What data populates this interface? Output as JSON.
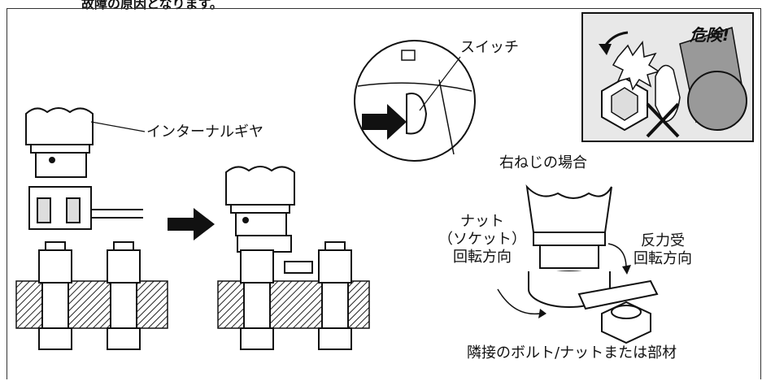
{
  "top_fragment": "故障の原因となります。",
  "labels": {
    "internal_gear": "インターナルギヤ",
    "switch": "スイッチ",
    "danger": "危険!",
    "right_thread_case": "右ねじの場合",
    "nut_socket_line1": "ナット",
    "nut_socket_line2": "（ソケット）",
    "nut_socket_line3": "回転方向",
    "reaction_line1": "反力受",
    "reaction_line2": "回転方向",
    "adjacent": "隣接のボルト/ナットまたは部材"
  }
}
